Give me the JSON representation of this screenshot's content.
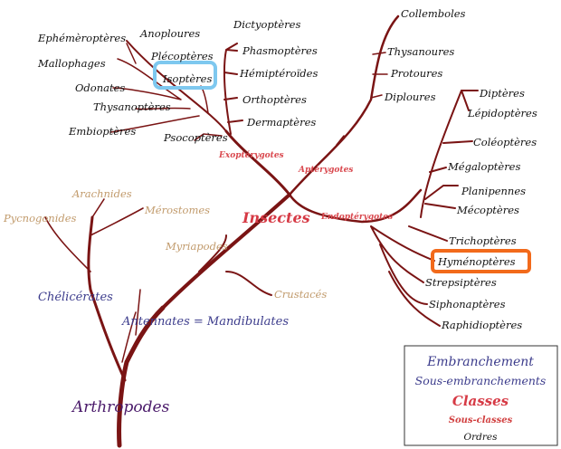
{
  "orders": {
    "ephemeropteres": "Ephémèroptères",
    "anoploures": "Anoploures",
    "dictyopteres": "Dictyoptères",
    "plecopteres": "Plécoptères",
    "phasmopteres": "Phasmoptères",
    "mallophages": "Mallophages",
    "isopteres": "Isoptères",
    "hemipteroides": "Hémiptéroïdes",
    "odonates": "Odonates",
    "orthopteres": "Orthoptères",
    "thysanopteres": "Thysanoptères",
    "dermapteres": "Dermaptères",
    "embiopteres": "Embioptères",
    "psocopteres": "Psocoptères",
    "collemboles": "Collemboles",
    "thysanoures": "Thysanoures",
    "protoures": "Protoures",
    "diploures": "Diploures",
    "dipteres": "Diptères",
    "lepidopteres": "Lépidoptères",
    "coleopteres": "Coléoptères",
    "megalopteres": "Mégaloptères",
    "planipennes": "Planipennes",
    "mecopteres": "Mécoptères",
    "trichopteres": "Trichoptères",
    "hymenopteres": "Hyménoptères",
    "strepsipteres": "Strepsiptères",
    "siphonapteres": "Siphonaptères",
    "raphidiopteres": "Raphidioptères"
  },
  "subclasses": {
    "exopterygotes": "Exoptérygotes",
    "apterygotes": "Aptérygotes",
    "endopterygotes": "Endoptérygotes"
  },
  "classes": {
    "insectes": "Insectes",
    "arachnides": "Arachnides",
    "merostomes": "Mérostomes",
    "pycnogonides": "Pycnogonides",
    "myriapodes": "Myriapodes",
    "crustaces": "Crustacés"
  },
  "subphyla": {
    "chelicerates": "Chélicérates",
    "antennates": "Antennates = Mandibulates"
  },
  "phylum": "Arthropodes",
  "legend": {
    "embranchement": "Embranchement",
    "sous_embranchements": "Sous-embranchements",
    "classes": "Classes",
    "sous_classes": "Sous-classes",
    "ordres": "Ordres"
  },
  "highlight_colors": {
    "isopteres": "#7ec8ef",
    "hymenopteres": "#f26a1b",
    "branch": "#7a1414"
  }
}
